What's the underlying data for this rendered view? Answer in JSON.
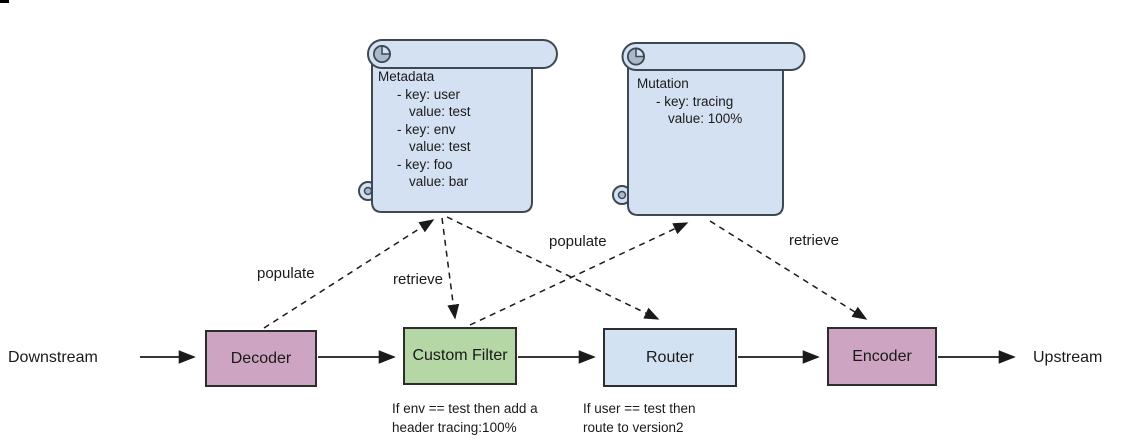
{
  "endpoints": {
    "downstream": "Downstream",
    "upstream": "Upstream"
  },
  "nodes": [
    {
      "id": "decoder",
      "label": "Decoder",
      "fill": "#cda4c1"
    },
    {
      "id": "custom-filter",
      "label": "Custom Filter",
      "fill": "#b5d6a5",
      "note_lines": [
        "If env == test then add a",
        "header tracing:100%"
      ]
    },
    {
      "id": "router",
      "label": "Router",
      "fill": "#d3e2f2",
      "note_lines": [
        "If user == test then",
        "route to version2"
      ]
    },
    {
      "id": "encoder",
      "label": "Encoder",
      "fill": "#cda4c1"
    }
  ],
  "scrolls": [
    {
      "id": "metadata",
      "title": "Metadata",
      "fill": "#d4e1f3",
      "roll_shade": "#a9b8ca",
      "lines": [
        "- key: user",
        "value: test",
        "- key: env",
        "value: test",
        "- key: foo",
        "value: bar"
      ]
    },
    {
      "id": "mutation",
      "title": "Mutation",
      "fill": "#d4e1f3",
      "roll_shade": "#a9b8ca",
      "lines": [
        "- key: tracing",
        "value: 100%"
      ]
    }
  ],
  "connections": [
    {
      "from": "Decoder",
      "to": "Metadata",
      "label": "populate"
    },
    {
      "from": "Metadata",
      "to": "Custom Filter",
      "label": "retrieve"
    },
    {
      "from": "Custom Filter",
      "to": "Mutation",
      "label": "populate"
    },
    {
      "from": "Metadata",
      "to": "Router",
      "label": ""
    },
    {
      "from": "Mutation",
      "to": "Encoder",
      "label": "retrieve"
    }
  ],
  "colors": {
    "line": "#1a1a1a",
    "node_border": "#2d2d2d",
    "scroll_border": "#3d4852"
  }
}
